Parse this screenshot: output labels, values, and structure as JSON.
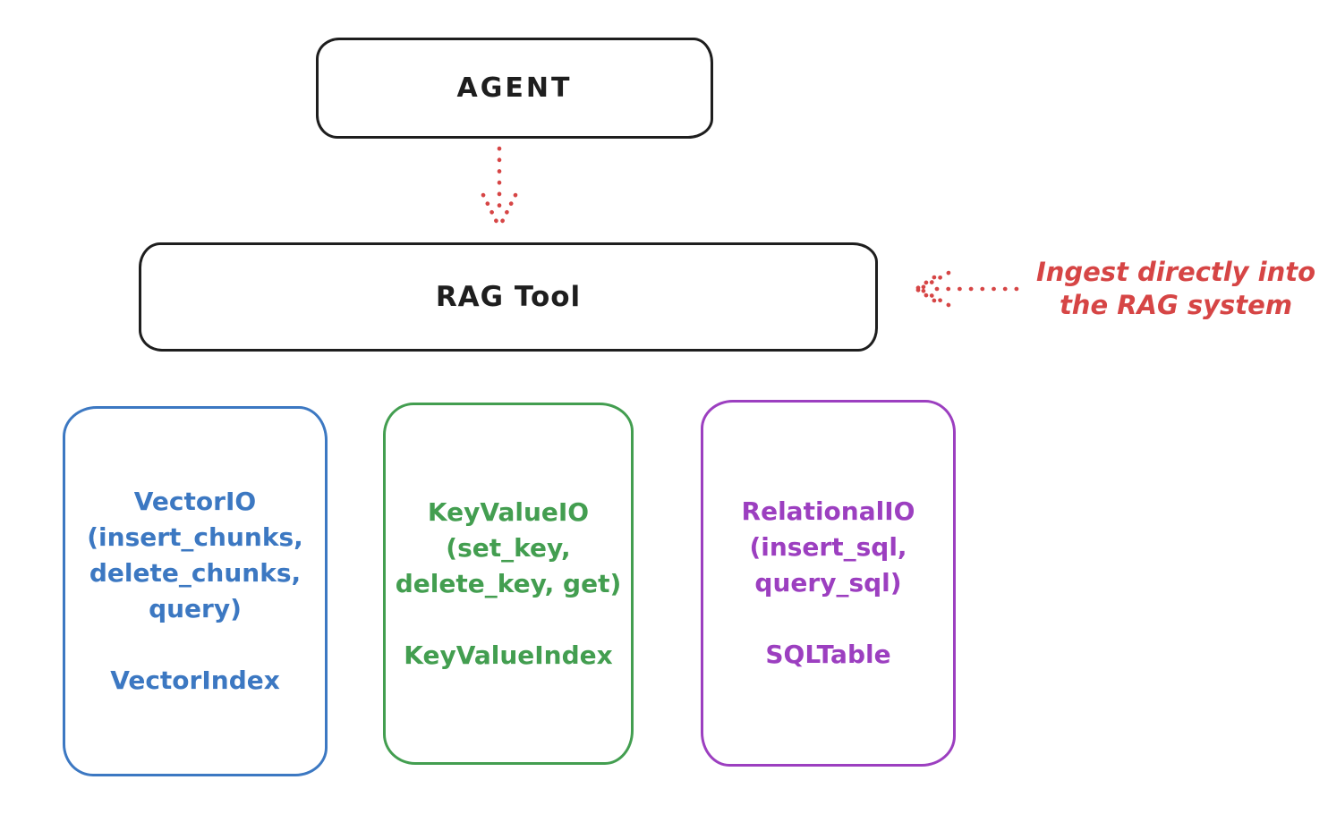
{
  "colors": {
    "ink": "#1e1e1e",
    "red": "#d64545",
    "blue": "#3c78c2",
    "green": "#439e50",
    "purple": "#9c3fc0",
    "background": "#ffffff"
  },
  "nodes": {
    "agent": {
      "label": "AGENT"
    },
    "rag_tool": {
      "label": "RAG Tool"
    },
    "vector_io": {
      "title": "VectorIO",
      "methods": [
        "(insert_chunks,",
        "delete_chunks,",
        "query)"
      ],
      "index": "VectorIndex"
    },
    "key_value_io": {
      "title": "KeyValueIO",
      "methods": [
        "(set_key,",
        "delete_key, get)"
      ],
      "index": "KeyValueIndex"
    },
    "relational_io": {
      "title": "RelationalIO",
      "methods": [
        "(insert_sql,",
        "query_sql)"
      ],
      "index": "SQLTable"
    }
  },
  "annotation": {
    "line1": "Ingest directly into",
    "line2": "the RAG system"
  }
}
